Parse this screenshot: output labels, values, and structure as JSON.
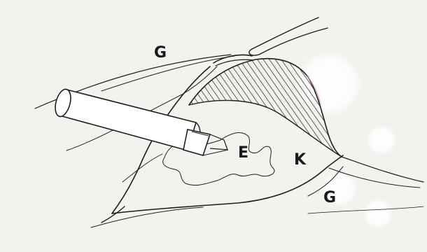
{
  "labels": {
    "g_top": "G",
    "e": "E",
    "k": "K",
    "g_bottom": "G"
  },
  "colors": {
    "paper": "#f4f2ef",
    "ink": "#1e1e1e",
    "highlight": "#ffffff",
    "accent_red": "#d98a8a"
  }
}
